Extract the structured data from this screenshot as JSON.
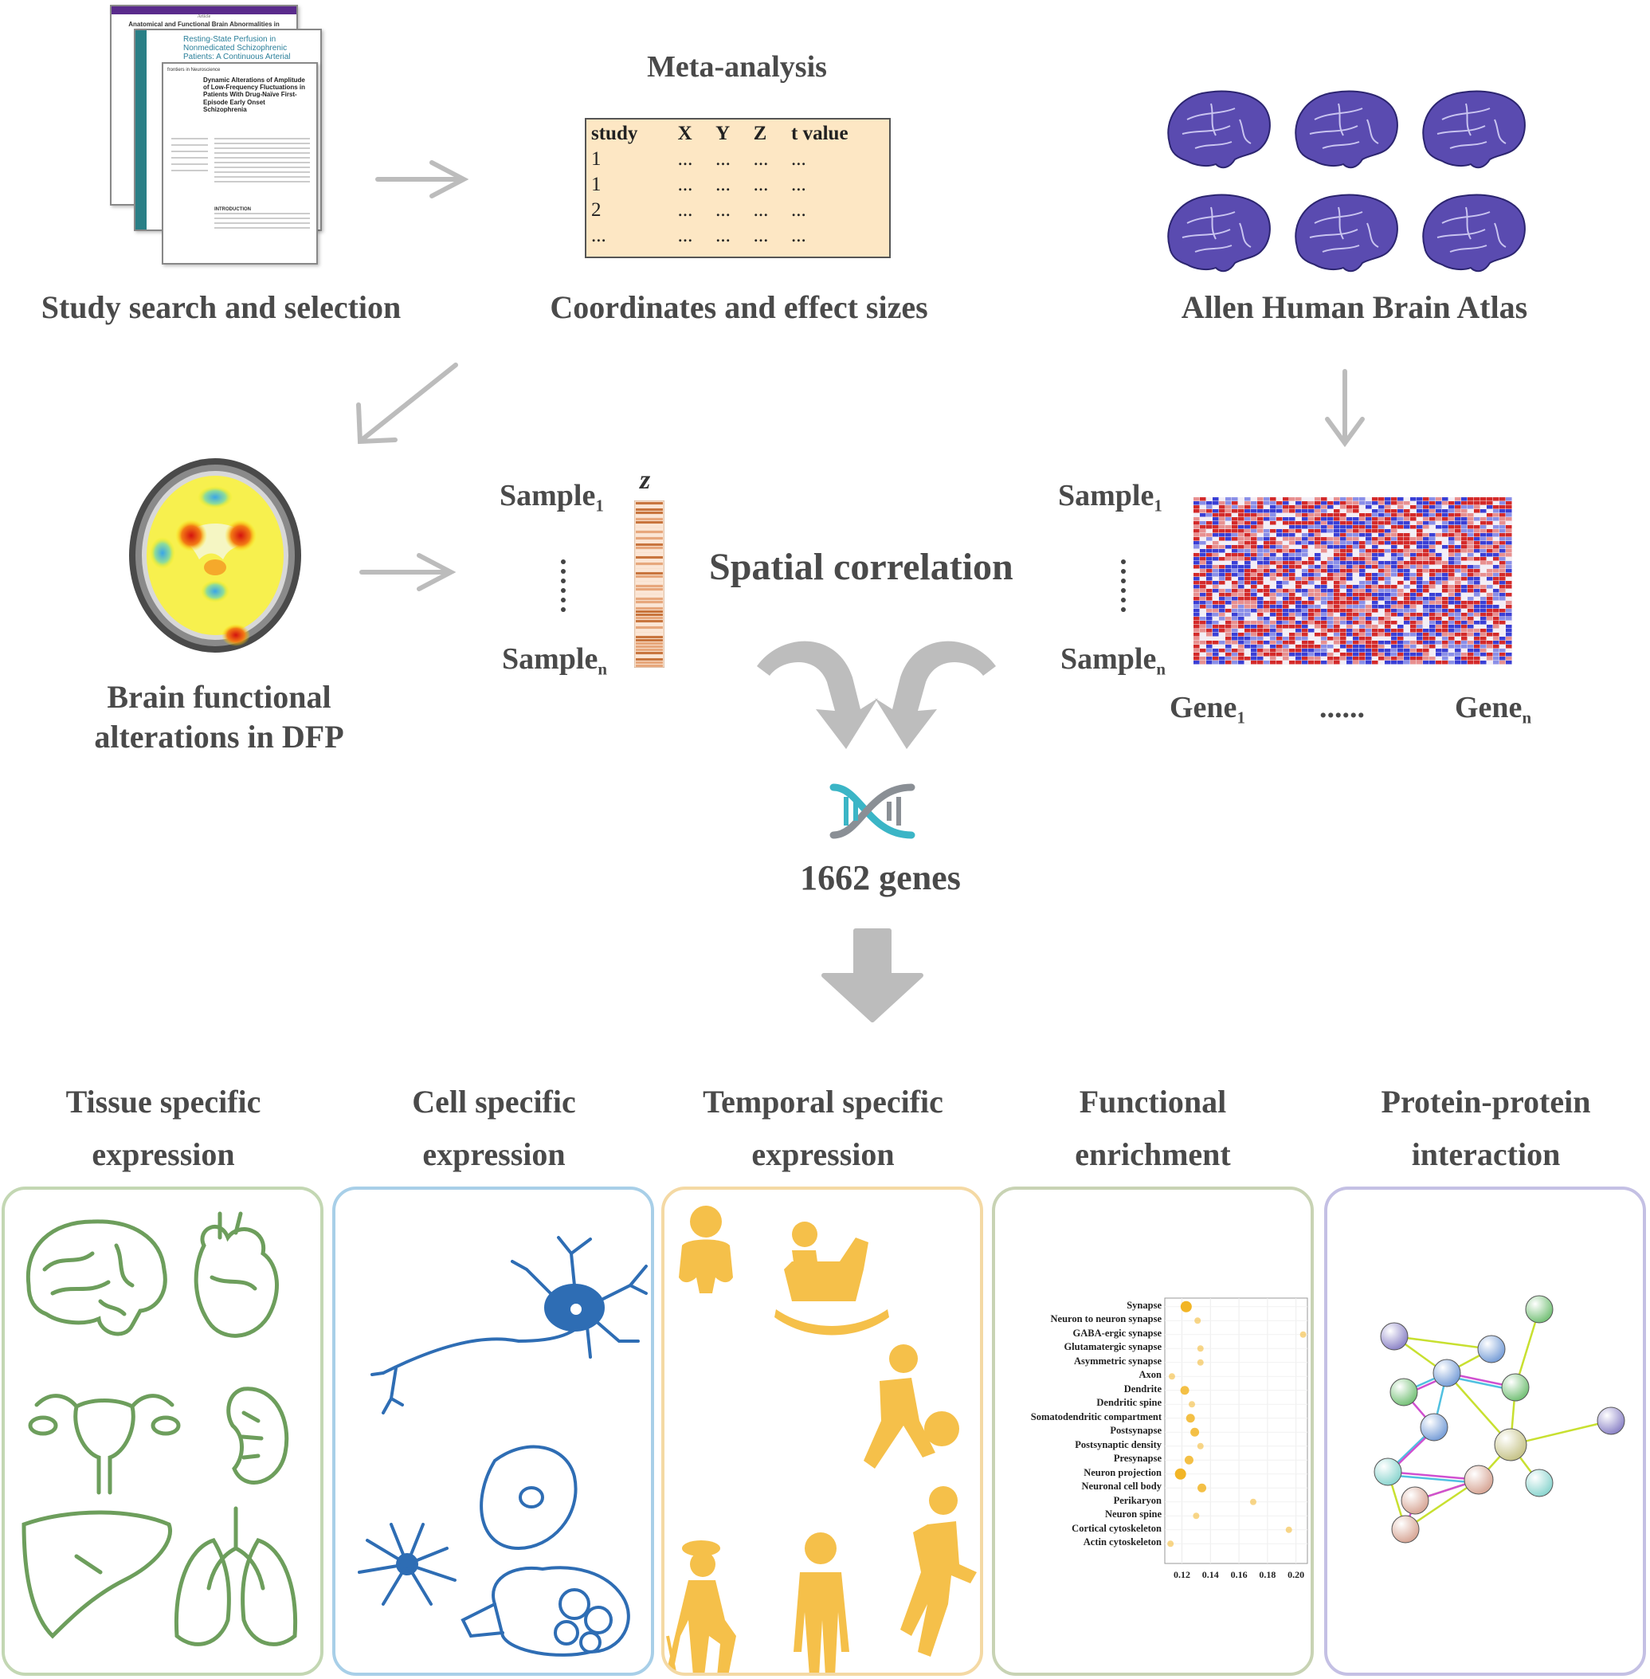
{
  "top": {
    "study_search": "Study search and selection",
    "meta_analysis": "Meta-analysis",
    "coordinates": "Coordinates and effect sizes",
    "allen": "Allen Human Brain Atlas"
  },
  "papers": {
    "paper1_header": "Article",
    "paper1_title": "Anatomical and Functional Brain Abnormalities in Drug-Naive First-Episode Schizophrenia",
    "paper2_title": "Resting-State Perfusion in Nonmedicated Schizophrenic Patients: A Continuous Arterial",
    "paper3_journal": "frontiers in Neuroscience",
    "paper3_title": "Dynamic Alterations of Amplitude of Low-Frequency Fluctuations in Patients With Drug-Naïve First-Episode Early Onset Schizophrenia",
    "paper3_intro": "INTRODUCTION"
  },
  "meta_table": {
    "headers": [
      "study",
      "X",
      "Y",
      "Z",
      "t value"
    ],
    "rows": [
      [
        "1",
        "...",
        "...",
        "...",
        "..."
      ],
      [
        "1",
        "...",
        "...",
        "...",
        "..."
      ],
      [
        "2",
        "...",
        "...",
        "...",
        "..."
      ],
      [
        "...",
        "...",
        "...",
        "...",
        "..."
      ]
    ]
  },
  "middle": {
    "brain_label_1": "Brain functional",
    "brain_label_2": "alterations in DFP",
    "sample": "Sample",
    "sub_1": "1",
    "sub_n": "n",
    "z": "z",
    "spatial": "Spatial correlation",
    "gene": "Gene",
    "gene_dots": "......",
    "genes_count": "1662 genes"
  },
  "bottom": {
    "tissue_1": "Tissue specific",
    "tissue_2": "expression",
    "cell_1": "Cell specific",
    "cell_2": "expression",
    "temporal_1": "Temporal specific",
    "temporal_2": "expression",
    "func_1": "Functional",
    "func_2": "enrichment",
    "ppi_1": "Protein-protein",
    "ppi_2": "interaction"
  },
  "colors": {
    "tissue": "#6d9e5c",
    "cell": "#2e6db4",
    "temporal": "#f5c04a",
    "enrich": "#f2b526",
    "brain3d": "#5a4bb0",
    "arrow": "#bcbcbc",
    "dna_teal": "#3bb5c6",
    "dna_gray": "#8a8f95"
  },
  "chart_data": {
    "type": "scatter",
    "categories": [
      "Synapse",
      "Neuron to neuron synapse",
      "GABA-ergic synapse",
      "Glutamatergic synapse",
      "Asymmetric synapse",
      "Axon",
      "Dendrite",
      "Dendritic spine",
      "Somatodendritic compartment",
      "Postsynapse",
      "Postsynaptic density",
      "Presynapse",
      "Neuron projection",
      "Neuronal cell body",
      "Perikaryon",
      "Neuron spine",
      "Cortical cytoskeleton",
      "Actin cytoskeleton"
    ],
    "values": [
      0.123,
      0.131,
      0.205,
      0.133,
      0.133,
      0.113,
      0.122,
      0.127,
      0.126,
      0.129,
      0.133,
      0.125,
      0.119,
      0.134,
      0.17,
      0.13,
      0.195,
      0.112
    ],
    "sizes": [
      3,
      1,
      1,
      1,
      1,
      1,
      2,
      1,
      2,
      2,
      1,
      2,
      3,
      2,
      1,
      1,
      1,
      1
    ],
    "xticks": [
      "0.12",
      "0.14",
      "0.16",
      "0.18",
      "0.20"
    ],
    "xtick_values": [
      0.12,
      0.14,
      0.16,
      0.18,
      0.2
    ],
    "xlim": [
      0.108,
      0.208
    ],
    "grid": true
  }
}
